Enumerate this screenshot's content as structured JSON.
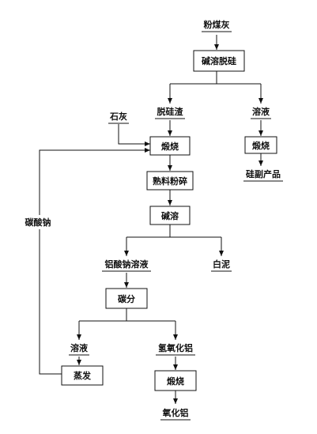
{
  "nodes": {
    "fly_ash": "粉煤灰",
    "alkali_desilication": "碱溶脱硅",
    "desilicated_residue": "脱硅渣",
    "solution_right": "溶液",
    "lime": "石灰",
    "calcination_main": "煅烧",
    "calcination_right": "煅烧",
    "silicon_byproduct": "硅副产品",
    "clinker_crushing": "熟料粉碎",
    "alkali_dissolution": "碱溶",
    "sodium_aluminate_solution": "铝酸钠溶液",
    "white_mud": "白泥",
    "carbonation": "碳分",
    "solution_left": "溶液",
    "aluminum_hydroxide": "氢氧化铝",
    "evaporation": "蒸发",
    "calcination_bottom": "煅烧",
    "alumina": "氧化铝",
    "sodium_carbonate": "碳酸钠"
  }
}
